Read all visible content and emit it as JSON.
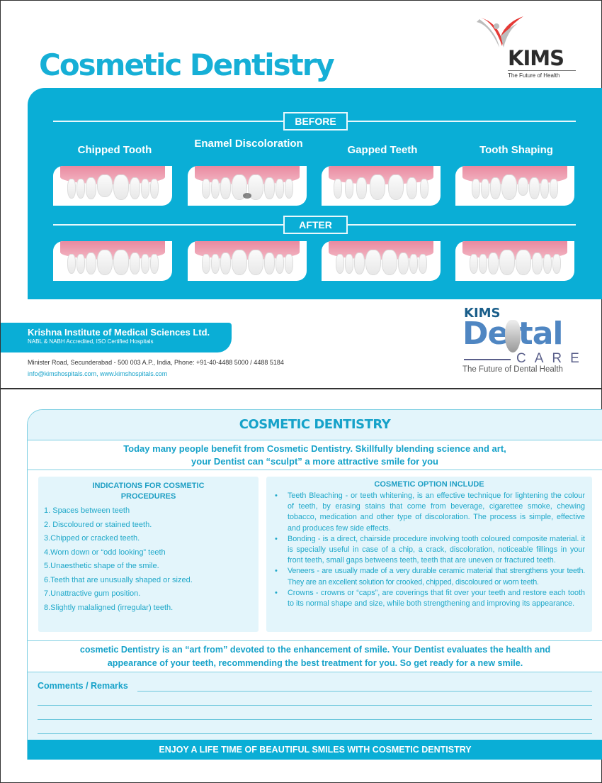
{
  "top_page": {
    "title": "Cosmetic Dentistry",
    "kims_logo": {
      "word": "KIMS",
      "tagline": "The Future of Health"
    },
    "before_label": "BEFORE",
    "after_label": "AFTER",
    "cases": [
      {
        "label": "Chipped Tooth"
      },
      {
        "label": "Enamel Discoloration"
      },
      {
        "label": "Gapped Teeth"
      },
      {
        "label": "Tooth Shaping"
      }
    ],
    "org": {
      "name": "Krishna Institute of Medical Sciences Ltd.",
      "accreditation": "NABL & NABH Accredited, ISO Certified Hospitals",
      "address": "Minister Road, Secunderabad - 500 003 A.P., India, Phone: +91-40-4488 5000 / 4488 5184",
      "contact": "info@kimshospitals.com,  www.kimshospitals.com"
    },
    "dental_logo": {
      "kims": "KIMS",
      "dental": "De  tal",
      "care": "CARE",
      "tagline": "The Future of Dental Health"
    }
  },
  "bottom_page": {
    "heading": "COSMETIC DENTISTRY",
    "intro_line1": "Today many people benefit from Cosmetic Dentistry. Skillfully blending science and art,",
    "intro_line2": "your Dentist can “sculpt” a more attractive smile for you",
    "indications": {
      "title": "INDICATIONS FOR COSMETIC PROCEDURES",
      "items": [
        "1. Spaces between teeth",
        "2.  Discoloured or stained teeth.",
        "3.Chipped or cracked teeth.",
        "4.Worn down or “odd looking” teeth",
        "5.Unaesthetic shape of the smile.",
        "6.Teeth that are unusually shaped or sized.",
        "7.Unattractive gum position.",
        "8.Slightly malaligned (irregular) teeth."
      ]
    },
    "options": {
      "title": "COSMETIC OPTION INCLUDE",
      "items": [
        "Teeth Bleaching - or teeth whitening, is an effective technique for lightening the colour of teeth, by erasing stains that come from beverage, cigarettee smoke, chewing tobacco, medication and other type of discoloration. The process is simple, effective and produces few side effects.",
        "Bonding - is a direct, chairside procedure involving tooth coloured composite material. it is specially useful in case of a chip, a crack, discoloration, noticeable fillings in your front teeth, small gaps betweens teeth, teeth that are uneven or fractured teeth.",
        "Veneers - are usually made of a very durable ceramic material that strengthens your teeth. They are an excellent solution for crooked, chipped, discoloured or worn teeth.",
        "Crowns - crowns or “caps”, are coverings that fit over your teeth and restore each tooth to its normal shape and size, while both strengthening and improving its appearance."
      ]
    },
    "closing_line1": "cosmetic Dentistry is an “art from” devoted to the enhancement of smile. Your Dentist evaluates the health and",
    "closing_line2": "appearance of your teeth, recommending the best treatment for you. So get ready for a new smile.",
    "remarks_label": "Comments / Remarks",
    "footer": "ENJOY A LIFE TIME OF BEAUTIFUL SMILES WITH COSMETIC DENTISTRY"
  },
  "colors": {
    "brand_cyan": "#0aaed6",
    "text_cyan": "#16a2c9",
    "panel_bg": "#e3f5fb",
    "kims_red": "#e53935",
    "dental_blue": "#4f86c2"
  }
}
